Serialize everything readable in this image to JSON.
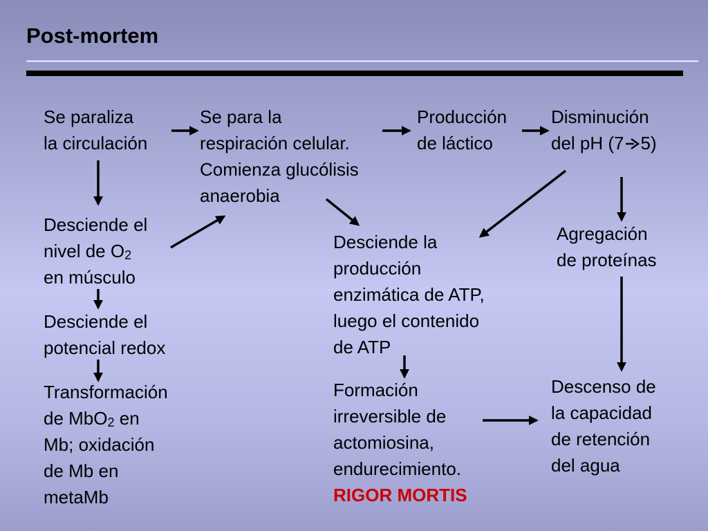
{
  "title": "Post-mortem",
  "nodes": {
    "circulation": [
      "Se paraliza",
      "la circulación"
    ],
    "respiration": [
      "Se para la",
      "respiración celular.",
      "Comienza glucólisis",
      "anaerobia"
    ],
    "lactic": [
      "Producción",
      "de láctico"
    ],
    "ph": [
      "Disminución",
      "del pH (7",
      "5)"
    ],
    "o2_line1": "Desciende el",
    "o2_line2_pre": "nivel de O",
    "o2_sub": "2",
    "o2_line3": "en músculo",
    "redox": [
      "Desciende el",
      "potencial redox"
    ],
    "mbo2_line1": "Transformación",
    "mbo2_line2_pre": "de MbO",
    "mbo2_sub": "2",
    "mbo2_line2_post": " en",
    "mbo2_rest": [
      "Mb; oxidación",
      "de Mb en",
      "metaMb"
    ],
    "atp": [
      "Desciende la",
      "producción",
      "enzimática de ATP,",
      "luego el contenido",
      "de ATP"
    ],
    "actomyosin": [
      "Formación",
      "irreversible de",
      "actomiosina,",
      "endurecimiento."
    ],
    "rigor": "RIGOR MORTIS",
    "aggregation": [
      "Agregación",
      "de proteínas"
    ],
    "water": [
      "Descenso de",
      "la capacidad",
      "de retención",
      "del agua"
    ]
  },
  "colors": {
    "highlight": "#cc0000",
    "text": "#000000"
  }
}
